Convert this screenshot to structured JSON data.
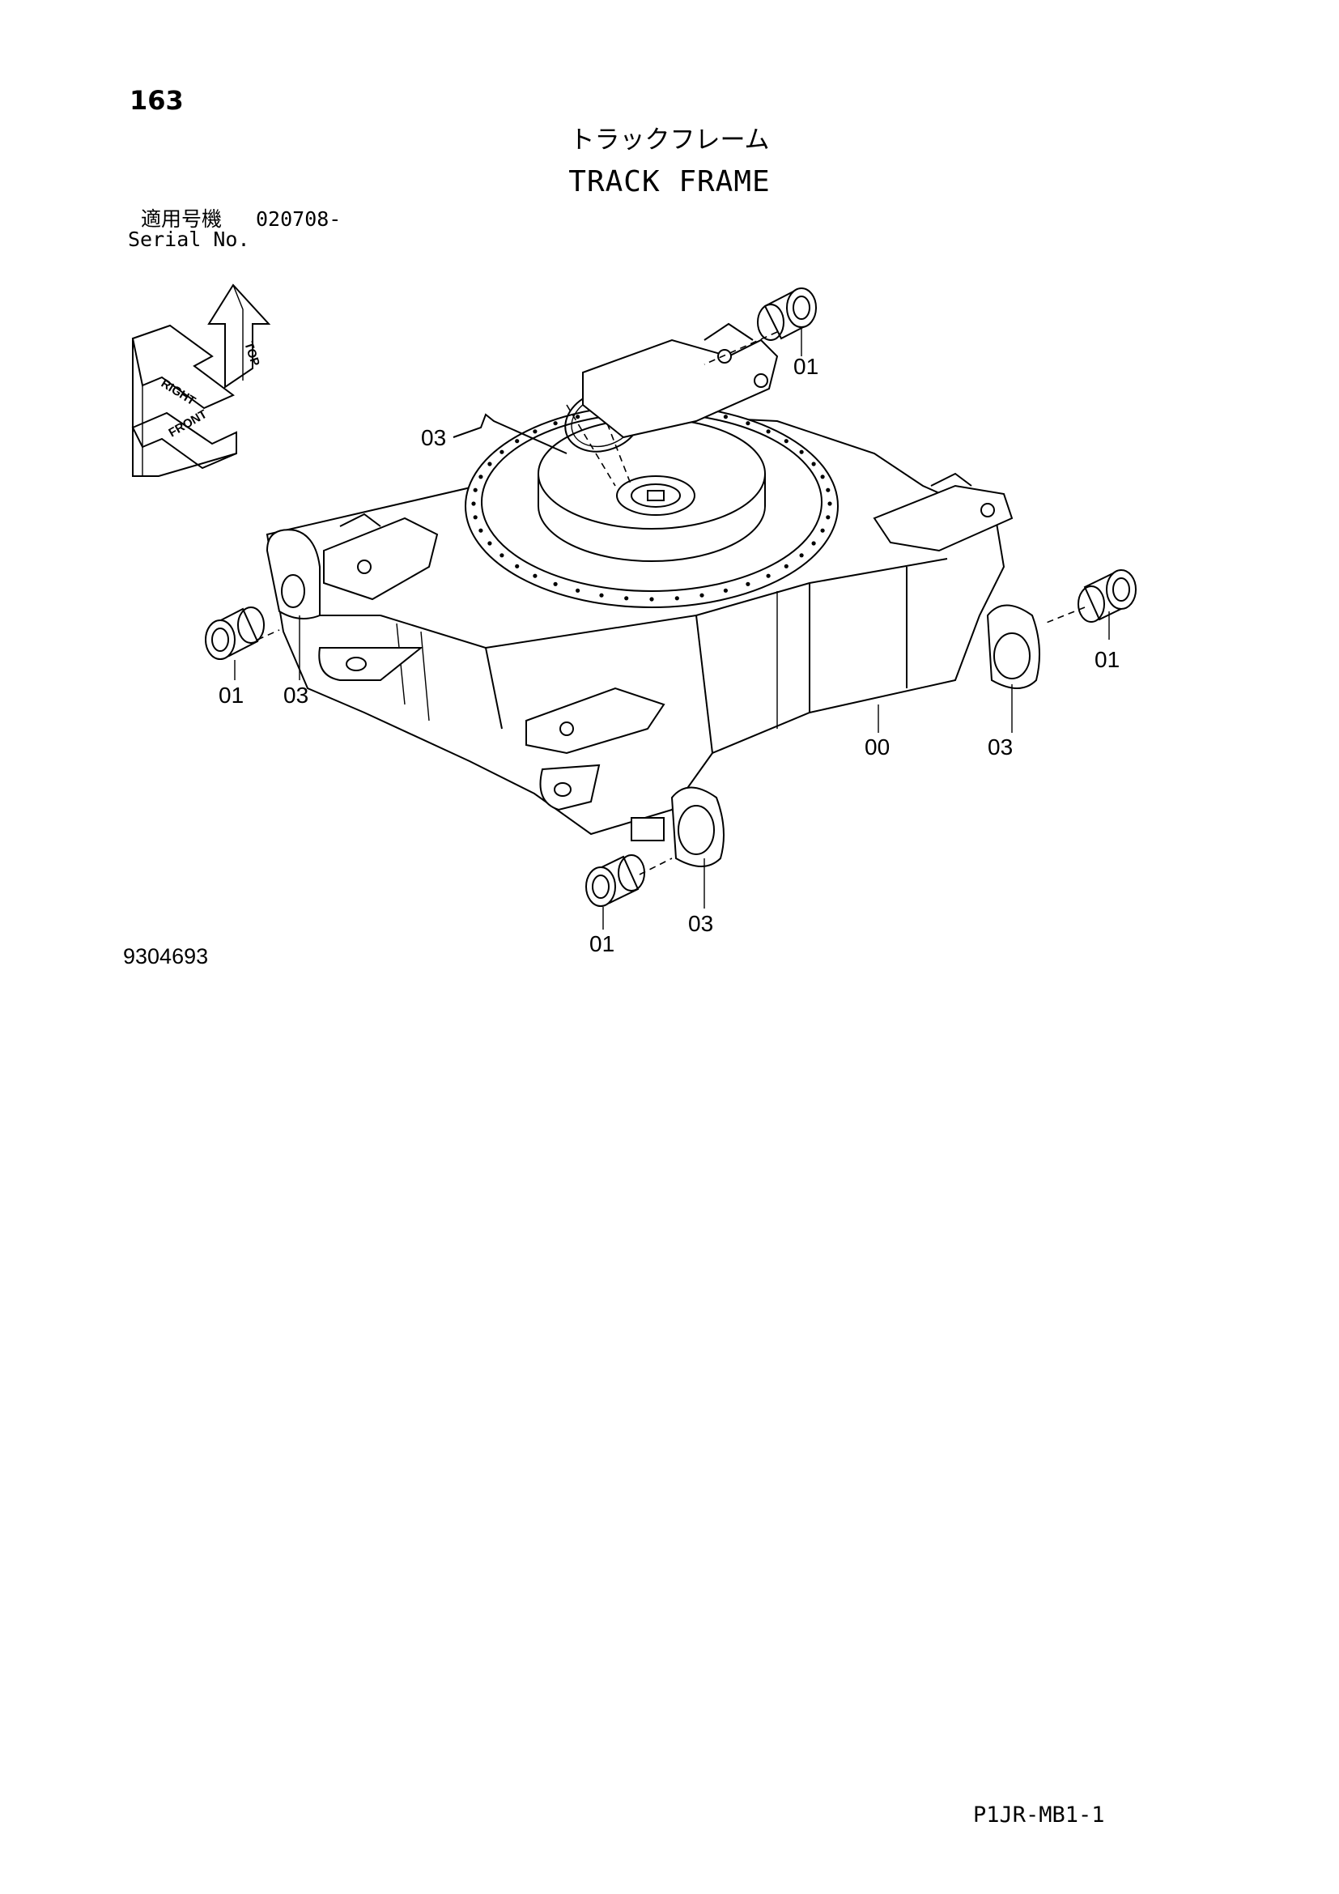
{
  "page": {
    "number": "163",
    "title_jp": "トラックフレーム",
    "title_en": "TRACK FRAME",
    "serial_label_jp": "適用号機",
    "serial_value": "020708-",
    "serial_label_en": "Serial No.",
    "drawing_number": "9304693",
    "page_code": "P1JR-MB1-1"
  },
  "orientation_icon": {
    "labels": [
      "TOP",
      "RIGHT",
      "FRONT"
    ]
  },
  "callouts": [
    "01",
    "03",
    "01",
    "03",
    "00",
    "03",
    "01",
    "03",
    "01"
  ],
  "colors": {
    "ink": "#000000",
    "paper": "#ffffff"
  }
}
